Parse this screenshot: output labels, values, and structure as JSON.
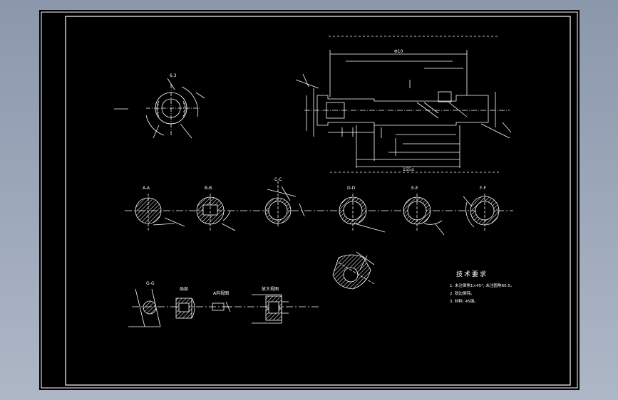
{
  "colors": {
    "background": "#000000",
    "lines": "#ffffff",
    "hatch": "#ffffff",
    "desktop_top": "#8b97ab",
    "desktop_bottom": "#aeb7c6"
  },
  "technical_requirements": {
    "title": "技术要求",
    "items": [
      "1. 未注倒角1×45°, 未注圆角R0.5。",
      "2. 锐边倒钝。",
      "3. 材料: 45钢。"
    ]
  },
  "labels": {
    "front_top_dim": "Φ10",
    "overall_length": "155±",
    "section_marks": [
      "A-A",
      "B-B",
      "C-C",
      "D-D",
      "E-E",
      "F-F"
    ],
    "detail_labels": [
      "G-G",
      "局部",
      "A向视图",
      "放大视图"
    ],
    "roughness": "6.3"
  }
}
